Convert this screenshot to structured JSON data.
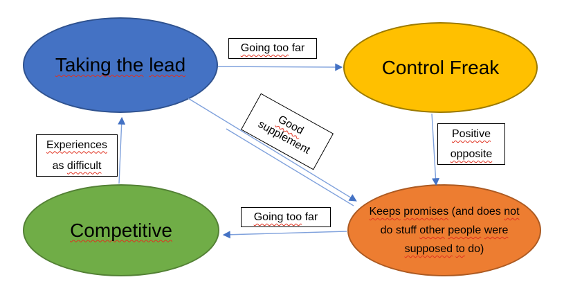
{
  "colors": {
    "background": "#FFFFFF",
    "text": "#000000",
    "connector": "#7FA1DC",
    "arrowhead": "#4472C4",
    "spellcheck": "#E0301E",
    "label_box_border": "#000000",
    "label_box_fill": "#FFFFFF"
  },
  "nodes": {
    "taking_the_lead": {
      "label": "Taking the lead",
      "fill": "#4472C4",
      "stroke": "#2F528F",
      "lines": [
        [
          {
            "t": "Taking the",
            "sq": true
          },
          {
            "t": " "
          },
          {
            "t": "lead",
            "sq": true
          }
        ]
      ]
    },
    "control_freak": {
      "label": "Control Freak",
      "fill": "#FFC000",
      "stroke": "#9C7A00",
      "lines": [
        [
          {
            "t": "Control Freak"
          }
        ]
      ]
    },
    "competitive": {
      "label": "Competitive",
      "fill": "#70AD47",
      "stroke": "#538135",
      "lines": [
        [
          {
            "t": "Competitive",
            "sq": true
          }
        ]
      ]
    },
    "keeps_promises": {
      "label": "Keeps promises (and does not do stuff other people were supposed to do)",
      "fill": "#ED7D31",
      "stroke": "#AC5A22",
      "lines": [
        [
          {
            "t": "Keeps",
            "sq": true
          },
          {
            "t": " "
          },
          {
            "t": "promises",
            "sq": true
          },
          {
            "t": " (and does "
          },
          {
            "t": "not",
            "sq": true
          }
        ],
        [
          {
            "t": "do stuff "
          },
          {
            "t": "other",
            "sq": true
          },
          {
            "t": " "
          },
          {
            "t": "people",
            "sq": true
          },
          {
            "t": " "
          },
          {
            "t": "were",
            "sq": true
          }
        ],
        [
          {
            "t": "supposed",
            "sq": true
          },
          {
            "t": " "
          },
          {
            "t": "to",
            "sq": true
          },
          {
            "t": " do)"
          }
        ]
      ]
    }
  },
  "edges": [
    {
      "name": "taking-the-lead-to-control-freak",
      "from": "Taking the lead",
      "to": "Control Freak",
      "label": "Going too far",
      "label_lines": [
        [
          {
            "t": "Going too",
            "sq": true
          },
          {
            "t": " far"
          }
        ]
      ]
    },
    {
      "name": "taking-the-lead-to-keeps-promises",
      "from": "Taking the lead",
      "to": "Keeps promises (and does not do stuff other people were supposed to do)",
      "label": "Good supplement",
      "label_lines": [
        [
          {
            "t": "Good",
            "sq": true
          }
        ],
        [
          {
            "t": "supplement"
          }
        ]
      ]
    },
    {
      "name": "control-freak-to-keeps-promises",
      "from": "Control Freak",
      "to": "Keeps promises (and does not do stuff other people were supposed to do)",
      "label": "Positive opposite",
      "label_lines": [
        [
          {
            "t": "Positive",
            "sq": true
          }
        ],
        [
          {
            "t": "opposite",
            "sq": true
          }
        ]
      ]
    },
    {
      "name": "keeps-promises-to-competitive",
      "from": "Keeps promises (and does not do stuff other people were supposed to do)",
      "to": "Competitive",
      "label": "Going too far",
      "label_lines": [
        [
          {
            "t": "Going too",
            "sq": true
          },
          {
            "t": " far"
          }
        ]
      ]
    },
    {
      "name": "competitive-to-taking-the-lead",
      "from": "Competitive",
      "to": "Taking the lead",
      "label": "Experiences as difficult",
      "label_lines": [
        [
          {
            "t": "Experiences",
            "sq": true
          }
        ],
        [
          {
            "t": "as "
          },
          {
            "t": "difficult",
            "sq": true
          }
        ]
      ]
    }
  ]
}
